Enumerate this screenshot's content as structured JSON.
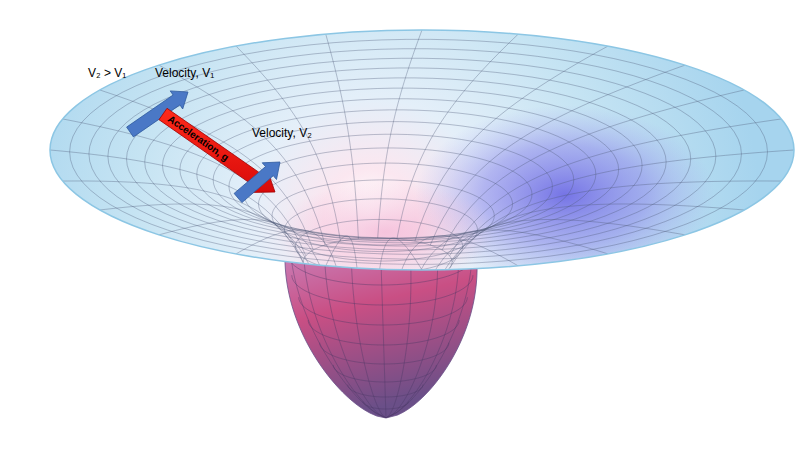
{
  "diagram": {
    "labels": [
      "V₂ > V₁",
      "Velocity, V₁",
      "Acceleration, g",
      "Velocity, V₂"
    ]
  }
}
